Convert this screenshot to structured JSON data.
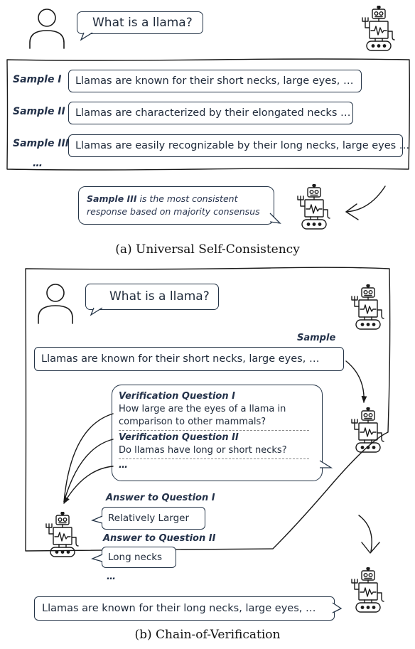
{
  "panel_a": {
    "question": "What is a llama?",
    "samples": [
      {
        "label": "Sample I",
        "text": "Llamas are known for their short necks, large eyes, …"
      },
      {
        "label": "Sample II",
        "text": "Llamas are characterized by their elongated necks …"
      },
      {
        "label": "Sample III",
        "text": "Llamas are easily recognizable by their long necks, large eyes …"
      }
    ],
    "more": "…",
    "conclusion_bold": "Sample III",
    "conclusion_line1_rest": " is the most consistent",
    "conclusion_line2": "response based on majority consensus",
    "caption": "(a) Universal Self-Consistency"
  },
  "panel_b": {
    "question": "What is a llama?",
    "sample_label": "Sample",
    "sample_text": "Llamas are known for their short necks, large eyes, …",
    "vq1_label": "Verification Question I",
    "vq1_line1": "How large are the eyes of a llama in",
    "vq1_line2": "comparison to other mammals?",
    "vq2_label": "Verification Question II",
    "vq2_text": "Do llamas have long or short necks?",
    "vq_more": "…",
    "a1_label": "Answer to Question I",
    "a1_text": "Relatively Larger",
    "a2_label": "Answer to Question II",
    "a2_text": "Long necks",
    "a_more": "…",
    "final_text": "Llamas are known for their long necks, large eyes, …",
    "caption": "(b) Chain-of-Verification"
  },
  "icons": [
    "person-icon",
    "robot-icon"
  ]
}
